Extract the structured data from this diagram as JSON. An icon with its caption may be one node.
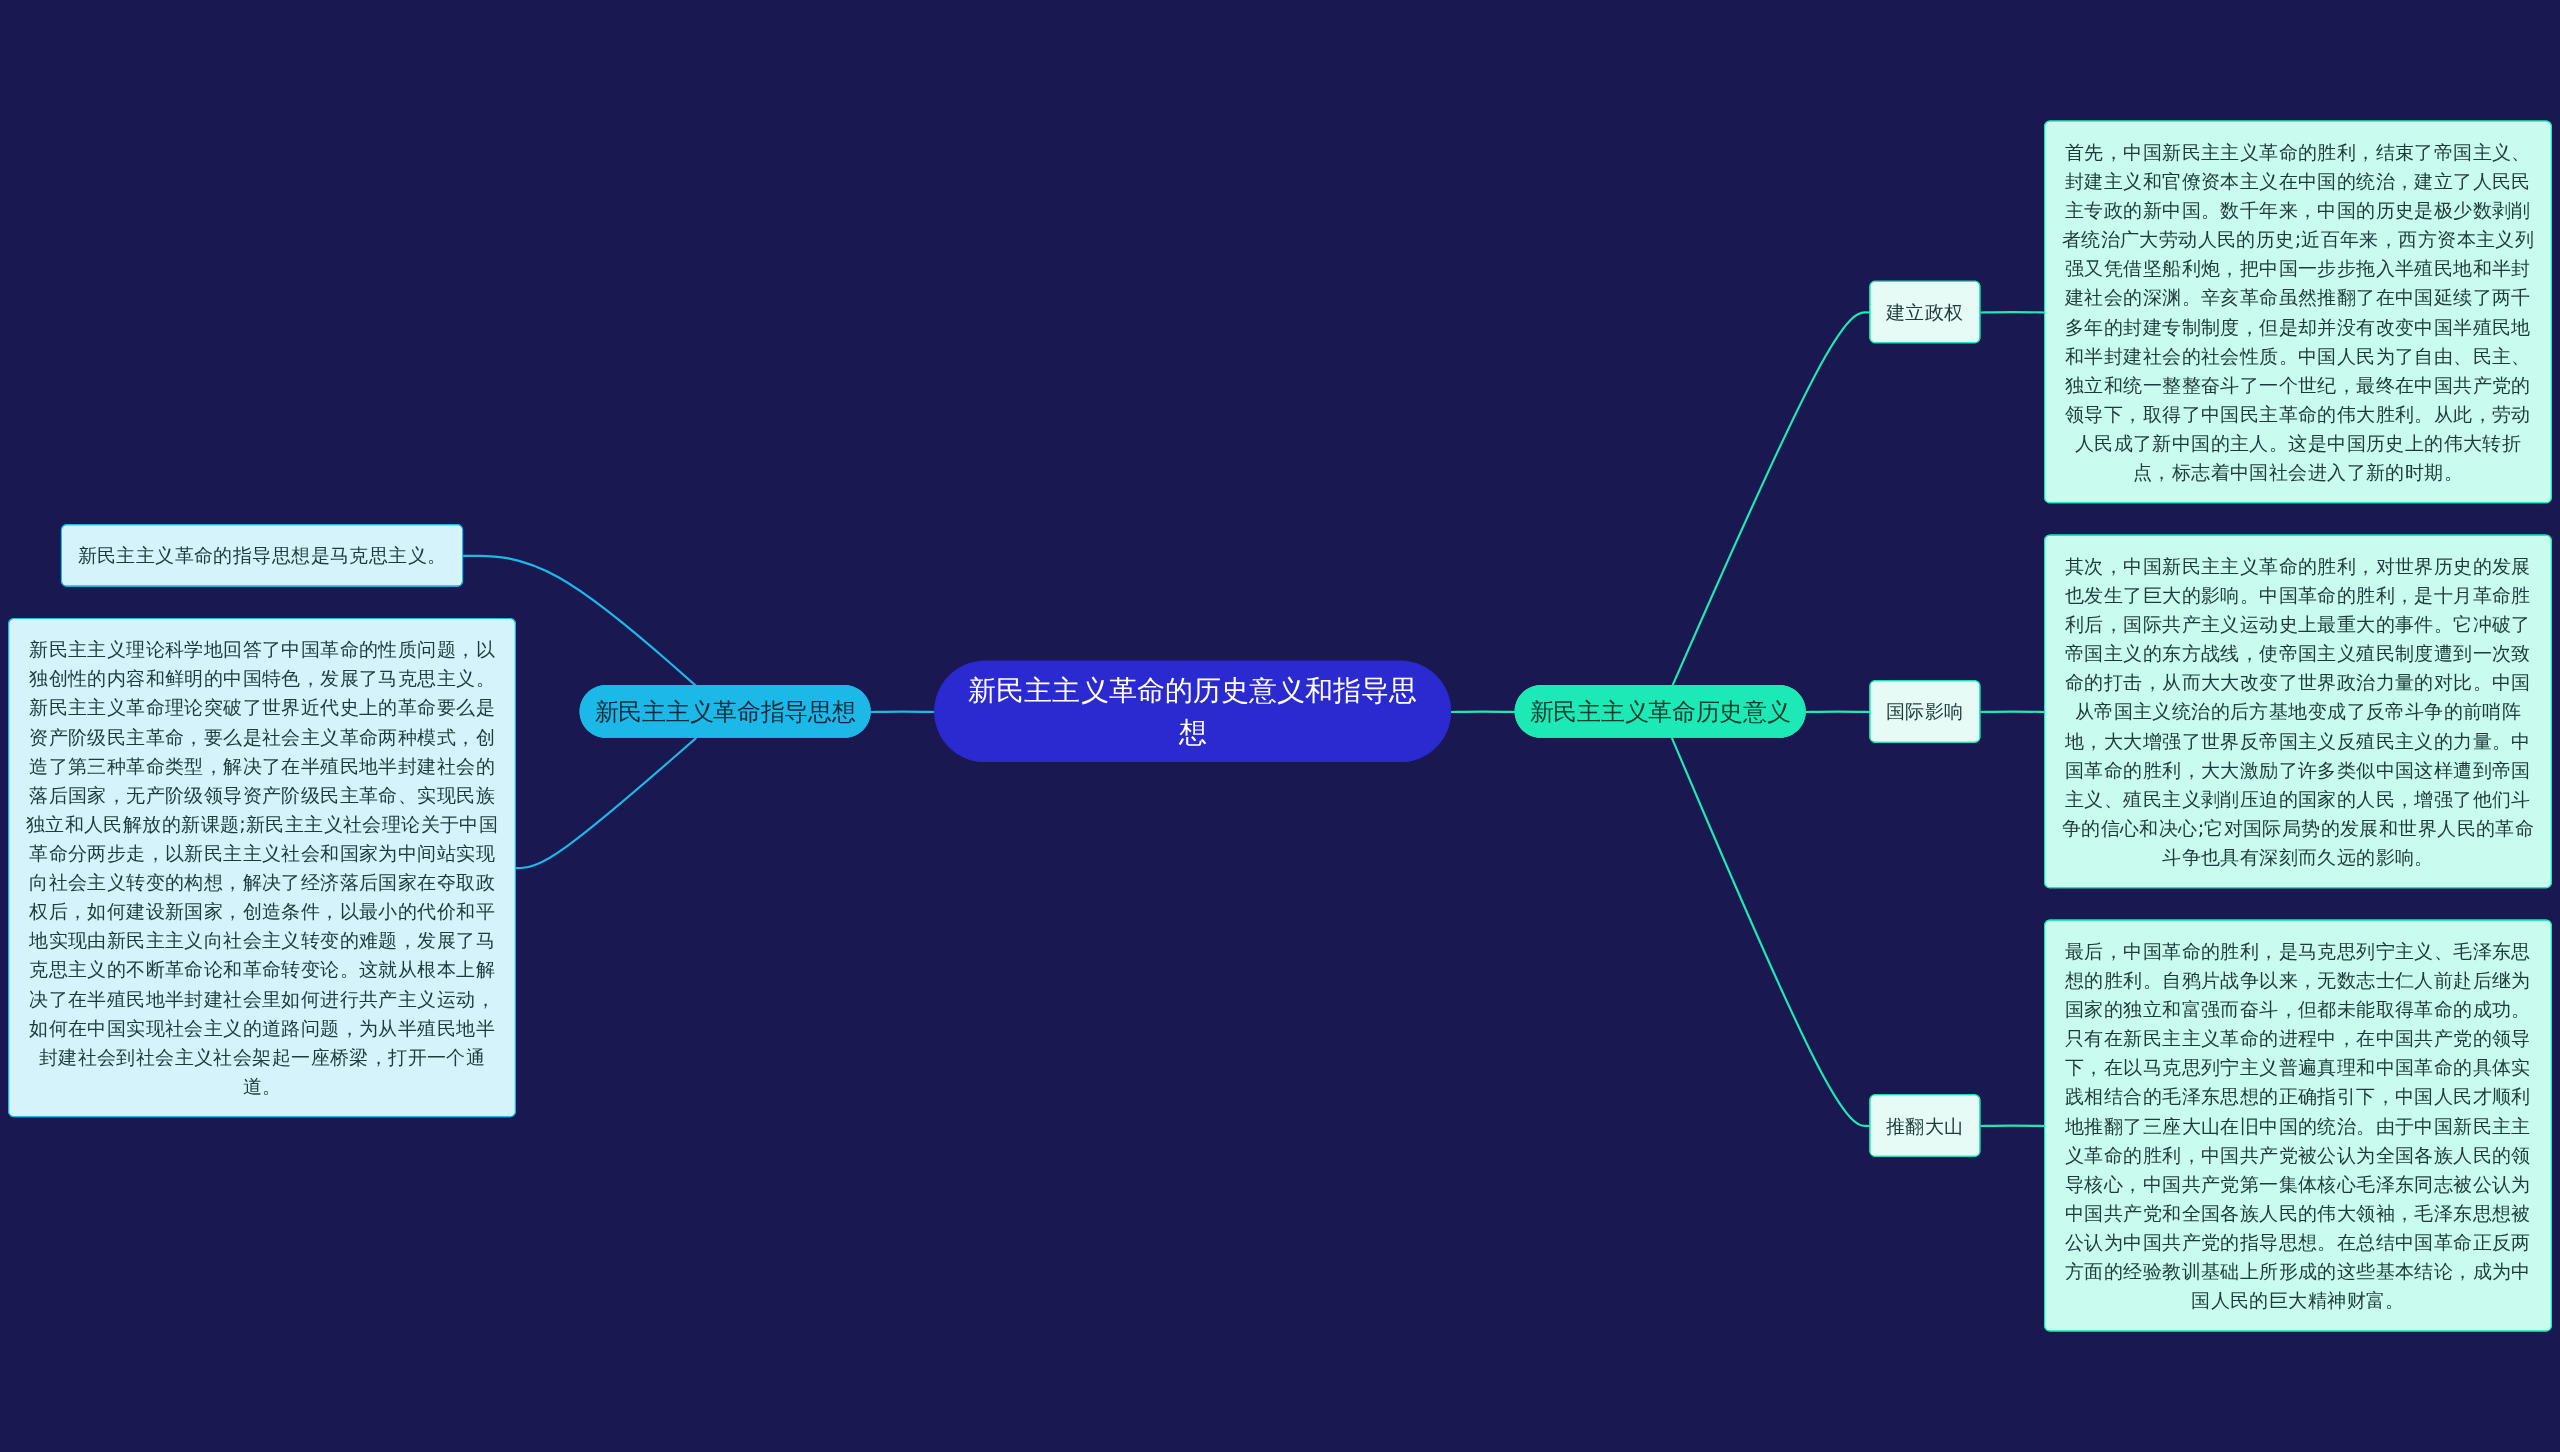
{
  "diagram": {
    "nodes": [
      {
        "text": [
          "新民主主义革命的历史意义和指导思想"
        ]
      },
      {
        "text": [
          "新民主主义革命指导思想"
        ]
      },
      {
        "text": [
          "新民主主义革命的指导思想是马克思主义。"
        ]
      },
      {
        "text": [
          "新民主主义理论科学地回答了中国革命的性质问题，以独创性的内容和鲜明的中国特色，发展了马克思主义。新民主主义革命理论突破了世界近代史上的革命要么是资产阶级民主革命，要么是社会主义革命两种模式，创造了第三种革命类型，解决了在半殖民地半封建社会的落后国家，无产阶级领导资产阶级民主革命、实现民族独立和人民解放的新课题;新民主主义社会理论关于中国革命分两步走，以新民主主义社会和国家为中间站实现向社会主义转变的构想，解决了经济落后国家在夺取政权后，如何建设新国家，创造条件，以最小的代价和平地实现由新民主主义向社会主义转变的难题，发展了马克思主义的不断革命论和革命转变论。这就从根本上解决了在半殖民地半封建社会里如何进行共产主义运动，如何在中国实现社会主义的道路问题，为从半殖民地半封建社会到社会主义社会架起一座桥梁，打开一个通道。"
        ]
      },
      {
        "text": [
          "新民主主义革命历史意义"
        ]
      },
      {
        "text": [
          "建立政权"
        ]
      },
      {
        "text": [
          "首先，中国新民主主义革命的胜利，结束了帝国主义、封建主义和官僚资本主义在中国的统治，建立了人民民主专政的新中国。数千年来，中国的历史是极少数剥削者统治广大劳动人民的历史;近百年来，西方资本主义列强又凭借坚船利炮，把中国一步步拖入半殖民地和半封建社会的深渊。辛亥革命虽然推翻了在中国延续了两千多年的封建专制制度，但是却并没有改变中国半殖民地和半封建社会的社会性质。中国人民为了自由、民主、独立和统一整整奋斗了一个世纪，最终在中国共产党的领导下，取得了中国民主革命的伟大胜利。从此，劳动人民成了新中国的主人。这是中国历史上的伟大转折点，标志着中国社会进入了新的时期。"
        ]
      },
      {
        "text": [
          "国际影响"
        ]
      },
      {
        "text": [
          "其次，中国新民主主义革命的胜利，对世界历史的发展也发生了巨大的影响。中国革命的胜利，是十月革命胜利后，国际共产主义运动史上最重大的事件。它冲破了帝国主义的东方战线，使帝国主义殖民制度遭到一次致命的打击，从而大大改变了世界政治力量的对比。中国从帝国主义统治的后方基地变成了反帝斗争的前哨阵地，大大增强了世界反帝国主义反殖民主义的力量。中国革命的胜利，大大激励了许多类似中国这样遭到帝国主义、殖民主义剥削压迫的国家的人民，增强了他们斗争的信心和决心;它对国际局势的发展和世界人民的革命斗争也具有深刻而久远的影响。"
        ]
      },
      {
        "text": [
          "推翻大山"
        ]
      },
      {
        "text": [
          "最后，中国革命的胜利，是马克思列宁主义、毛泽东思想的胜利。自鸦片战争以来，无数志士仁人前赴后继为国家的独立和富强而奋斗，但都未能取得革命的成功。只有在新民主主义革命的进程中，在中国共产党的领导下，在以马克思列宁主义普遍真理和中国革命的具体实践相结合的毛泽东思想的正确指引下，中国人民才顺利地推翻了三座大山在旧中国的统治。由于中国新民主主义革命的胜利，中国共产党被公认为全国各族人民的领导核心，中国共产党第一集体核心毛泽东同志被公认为中国共产党和全国各族人民的伟大领袖，毛泽东思想被公认为中国共产党的指导思想。在总结中国革命正反两方面的经验教训基础上所形成的这些基本结论，成为中国人民的巨大精神财富。"
        ]
      }
    ],
    "edges": [
      {
        "from": 2,
        "to": 1,
        "arrow": "none",
        "color": "#1cb8e8"
      },
      {
        "from": 3,
        "to": 1,
        "arrow": "none",
        "color": "#1cb8e8"
      },
      {
        "from": 1,
        "to": 0,
        "arrow": "none",
        "color": "#1cb8e8"
      },
      {
        "from": 0,
        "to": 4,
        "arrow": "none"
      },
      {
        "from": 4,
        "to": 5,
        "arrow": "none"
      },
      {
        "from": 4,
        "to": 7,
        "arrow": "none"
      },
      {
        "from": 4,
        "to": 9,
        "arrow": "none"
      },
      {
        "from": 5,
        "to": 6,
        "arrow": "none"
      },
      {
        "from": 7,
        "to": 8,
        "arrow": "none"
      },
      {
        "from": 9,
        "to": 10,
        "arrow": "none"
      }
    ]
  }
}
